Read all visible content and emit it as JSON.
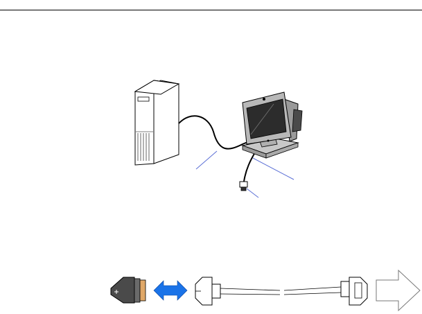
{
  "diagram": {
    "components": [
      {
        "name": "pc-tower",
        "label": ""
      },
      {
        "name": "touchscreen-terminal",
        "label": ""
      },
      {
        "name": "data-cable",
        "label": ""
      },
      {
        "name": "power-connector",
        "label": ""
      }
    ],
    "connector_detail": {
      "items": [
        "db-connector",
        "bidirectional-arrow",
        "extension-cable",
        "direction-arrow"
      ]
    }
  },
  "colors": {
    "line": "#000000",
    "callout": "#5b6fd6",
    "arrow_blue": "#1a73e8",
    "connector_orange": "#e0a868",
    "connector_dark": "#4a4a4a",
    "screen_dark": "#2c2c2c",
    "terminal_gray": "#b8b8b8"
  }
}
